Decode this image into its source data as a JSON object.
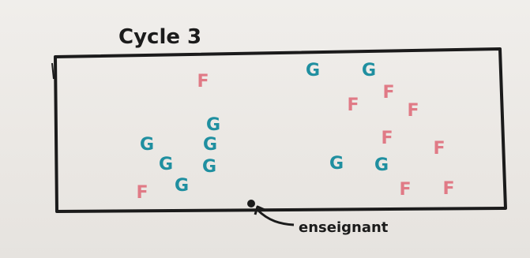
{
  "title": "Cycle 3",
  "teacher_label": "enseignant",
  "letters": {
    "boy": "G",
    "girl": "F"
  },
  "colors": {
    "boy": "#1f8fa0",
    "girl": "#e07a86",
    "ink": "#1b1b1b"
  }
}
